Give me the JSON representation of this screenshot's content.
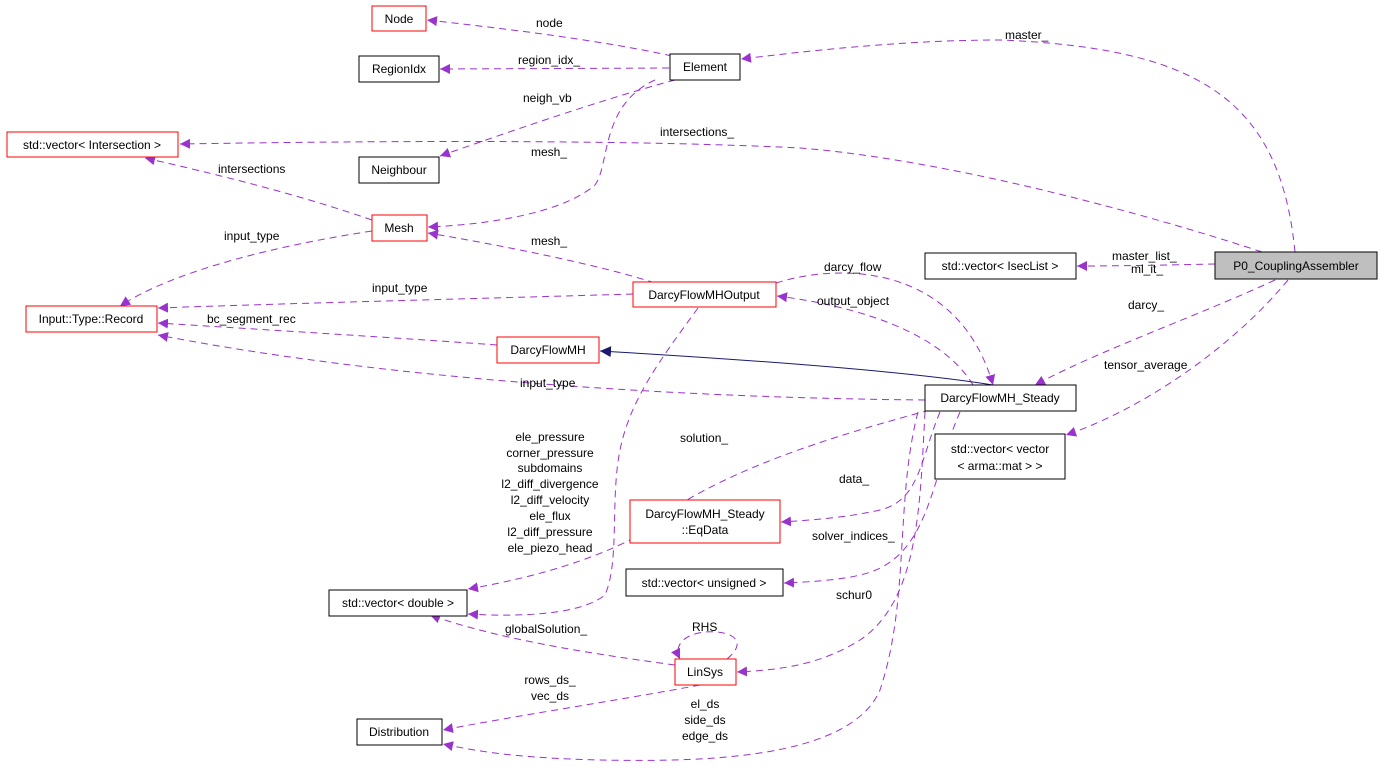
{
  "diagram": {
    "colors": {
      "usage_edge": "#9a32cd",
      "inherit_edge": "#191970",
      "documented_border": "#ff0000",
      "plain_border": "#000000",
      "focus_fill": "#bfbfbf"
    },
    "nodes": {
      "node": "Node",
      "regionidx": "RegionIdx",
      "element": "Element",
      "vec_intersection": "std::vector< Intersection >",
      "neighbour": "Neighbour",
      "mesh": "Mesh",
      "record": "Input::Type::Record",
      "output": "DarcyFlowMHOutput",
      "darcy": "DarcyFlowMH",
      "isec": "std::vector< IsecList >",
      "coupling": "P0_CouplingAssembler",
      "steady": "DarcyFlowMH_Steady",
      "vecmat_1": "std::vector< vector",
      "vecmat_2": "< arma::mat > >",
      "eqdata_1": "DarcyFlowMH_Steady",
      "eqdata_2": "::EqData",
      "vec_unsigned": "std::vector< unsigned >",
      "vec_double": "std::vector< double >",
      "linsys": "LinSys",
      "distribution": "Distribution"
    },
    "edge_labels": {
      "node": "node",
      "region_idx": "region_idx_",
      "neigh_vb": "neigh_vb",
      "master": "master_",
      "intersections_member": "intersections_",
      "mesh_of_element": "mesh_",
      "intersections": "intersections",
      "input_type_mesh": "input_type",
      "mesh_of_output": "mesh_",
      "input_type_output": "input_type",
      "bc_segment_rec": "bc_segment_rec",
      "darcy_flow": "darcy_flow",
      "output_object": "output_object",
      "ml_it": "ml_it_",
      "master_list": "master_list_",
      "darcy": "darcy_",
      "tensor_average": "tensor_average",
      "input_type_steady": "input_type",
      "solution": "solution_",
      "double_members": [
        "ele_pressure",
        "corner_pressure",
        "subdomains",
        "l2_diff_divergence",
        "l2_diff_velocity",
        "ele_flux",
        "l2_diff_pressure",
        "ele_piezo_head"
      ],
      "data": "data_",
      "solver_indices": "solver_indices_",
      "schur0": "schur0",
      "rhs": "RHS",
      "global_solution": "globalSolution_",
      "rows_ds": "rows_ds_",
      "vec_ds": "vec_ds",
      "el_ds": "el_ds",
      "side_ds": "side_ds",
      "edge_ds": "edge_ds"
    }
  }
}
